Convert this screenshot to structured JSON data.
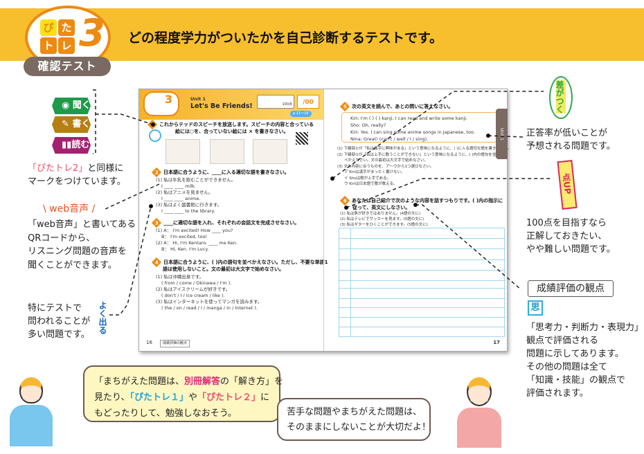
{
  "header": {
    "logo_top": [
      "ぴ",
      "た"
    ],
    "logo_bottom": [
      "ト",
      "レ"
    ],
    "logo_number": "3",
    "badge": "確認テスト",
    "title": "どの程度学力がついたかを自己診断するテストです。"
  },
  "left_notes": {
    "tags": [
      {
        "label": "聞く",
        "color": "#1f9a4a"
      },
      {
        "label": "書く",
        "color": "#b57f14"
      },
      {
        "label": "読む",
        "color": "#a3226e"
      }
    ],
    "marks_note_highlight": "「ぴたトレ2」",
    "marks_note_lines": [
      "と同様に",
      "マークをつけています。"
    ],
    "web_audio_label": "\\ web音声 /",
    "web_audio_lines": [
      "「web音声」と書いてある",
      "QRコードから、",
      "リスニング問題の音声を",
      "聞くことができます。"
    ],
    "frequent_mark": "よく出る",
    "frequent_lines": [
      "特にテストで",
      "問われることが",
      "多い問題です。"
    ]
  },
  "book": {
    "left": {
      "unit": "Unit 1",
      "unit_title": "Let's Be Friends!",
      "score_label": "100点",
      "page_ref": "p.11～18",
      "q1": "これからテッドのスピーチを放送します。スピーチの内容と合っている",
      "q1b": "絵には○を、合っていない絵には × を書きなさい。",
      "q2": "日本語に合うように、____に入る適切な語を書きなさい。",
      "q2_items": [
        "(1) 私は牛乳を飲むことができません。",
        "I ____ ____ milk.",
        "(2) 私はアニメを見ません。",
        "I ____ ____ anime.",
        "(3) 私はよく図書館に行きます。",
        "I ____ ____ to the library."
      ],
      "q3": "____に適切な語を入れ、それぞれの会話文を完成させなさい。",
      "q3_items": [
        "(1) A： I'm excited! How ____ you?",
        "B： I'm excited, too!",
        "(2) A： Hi, I'm Kentaro. ____ me Ken.",
        "B： Hi, Ken. I'm Lucy."
      ],
      "q4": "日本語に合うように、( )内の語句を並べかえなさい。ただし、不要な単語1",
      "q4b": "語は使用しないこと。文の最初は大文字で始めなさい。",
      "q4_items": [
        "(1) 私は沖縄出身です。",
        "( from / come / Okinawa / I'm ).",
        "(2) 私はアイスクリームが好きです。",
        "( don't / I / ice cream / like ).",
        "(3) 私はインターネットを使ってマンガを読みます。",
        "( the / on / read / I / manga / in / Internet )."
      ],
      "page_number": "16",
      "footer": "成績評価の観点"
    },
    "right": {
      "q5": "次の英文を読んで、あとの問いに答えなさい。",
      "dialog": [
        "Kiri:  I'm (   ) (   ) kanji. I can read and write some kanji.",
        "Sho:  Oh, really?",
        "Kiri:  Yes. I can sing some anime songs in Japanese, too.",
        "Nina:  Great! (can't / well / I / sing)."
      ],
      "q5_items": [
        "(1) 下線部①が「私は漢字に興味がある」という意味になるように、(  )に入る適切な語を書きなさい。",
        "(2) 下線部②が「私は上手に歌うことができない」という意味になるように、(  )内の語句を並",
        "べかえなさい。文の最初は大文字で始めなさい。",
        "(3) 文の内容に合うものを、ア～ウから1つ選びなさい。",
        "ア  Kiriは漢字がまったく書けない。",
        "イ  Shoは歌が上手である。",
        "ウ  Kiriは日本語で歌が歌える。"
      ],
      "q6": "あなたは自己紹介で次のような内容を話すつもりです。(  )内の指示に",
      "q6b": "従って、英文にしなさい。",
      "q6_items": [
        "(1) 私は魚が好きではありません。(4語の文に)",
        "(2) 私はテレビでサッカーを見ます。(5語の文に)",
        "(3) 私はギターをひくことができます。(5語の文に)"
      ],
      "page_number": "17",
      "tab": "Unit 1"
    }
  },
  "right_notes": {
    "diff_mark": "差がつく",
    "diff_lines": [
      "正答率が低いことが",
      "予想される問題です。"
    ],
    "up_mark": "点UP",
    "up_lines": [
      "100点を目指すなら",
      "正解しておきたい、",
      "やや難しい問題です。"
    ],
    "perspective_title": "成績評価の観点",
    "think_badge": "思",
    "perspective_lines": [
      "「思考力・判断力・表現力」の",
      "観点で評価される",
      "問題に示してあります。",
      "その他の問題は全て",
      "「知識・技能」の観点で",
      "評価されます。"
    ]
  },
  "bubbles": {
    "boy": {
      "a": "「まちがえた問題は、",
      "b": "別冊解答",
      "c": "の「解き方」を",
      "d": "見たり、",
      "e": "「ぴたトレ１」",
      "f": "や",
      "g": "「ぴたトレ２」",
      "h": "に",
      "i": "もどったりして、勉強しなおそう。"
    },
    "girl": [
      "苦手な問題やまちがえた問題は、",
      "そのままにしないことが大切だよ！"
    ]
  }
}
